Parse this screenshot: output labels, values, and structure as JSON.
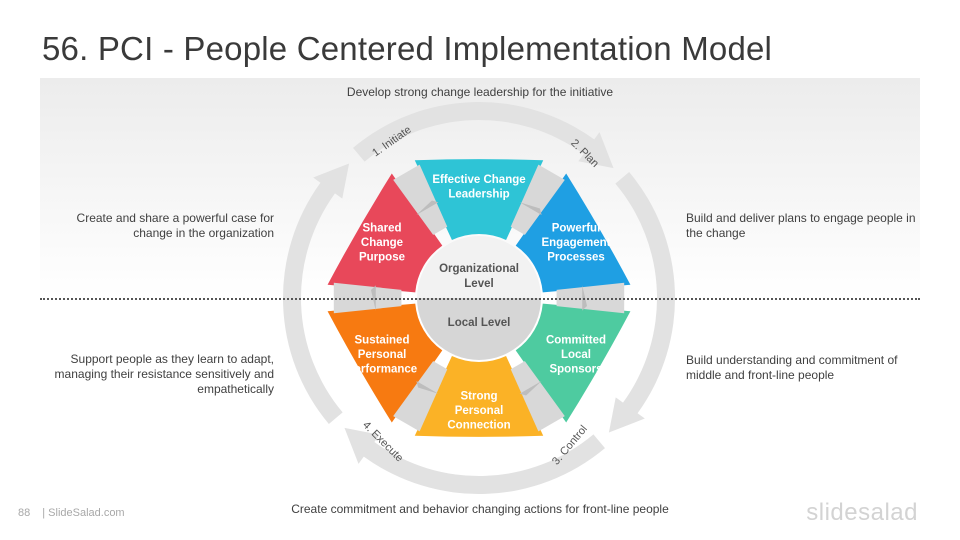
{
  "title": "56. PCI - People Centered Implementation Model",
  "captions": {
    "top": "Develop strong change leadership for the initiative",
    "left_upper": "Create and share a powerful case for change in the organization",
    "right_upper": "Build and deliver plans to engage people in the change",
    "left_lower": "Support people as they learn to adapt, managing their resistance sensitively and empathetically",
    "right_lower": "Build understanding and commitment  of middle and front-line people",
    "bottom": "Create commitment  and behavior changing actions for front-line people"
  },
  "phases": [
    "1. Initiate",
    "2. Plan",
    "3. Control",
    "4. Execute"
  ],
  "segments": [
    {
      "lines": [
        "Effective Change",
        "Leadership"
      ],
      "color": "#2ec4d6"
    },
    {
      "lines": [
        "Powerful",
        "Engagement",
        "Processes"
      ],
      "color": "#1f9fe3"
    },
    {
      "lines": [
        "Committed",
        "Local",
        "Sponsors"
      ],
      "color": "#4ecba0"
    },
    {
      "lines": [
        "Strong",
        "Personal",
        "Connection"
      ],
      "color": "#fbb226"
    },
    {
      "lines": [
        "Sustained",
        "Personal",
        "Performance"
      ],
      "color": "#f77a11"
    },
    {
      "lines": [
        "Shared",
        "Change",
        "Purpose"
      ],
      "color": "#e8485a"
    }
  ],
  "center": {
    "top_lines": [
      "Organizational",
      "Level"
    ],
    "bottom_label": "Local Level",
    "top_color": "#f2f2f2",
    "bottom_color": "#d6d6d6"
  },
  "ring_color": "#e2e2e2",
  "footer": {
    "page": "88",
    "site": "| SlideSalad.com"
  },
  "logo": "slidesalad"
}
